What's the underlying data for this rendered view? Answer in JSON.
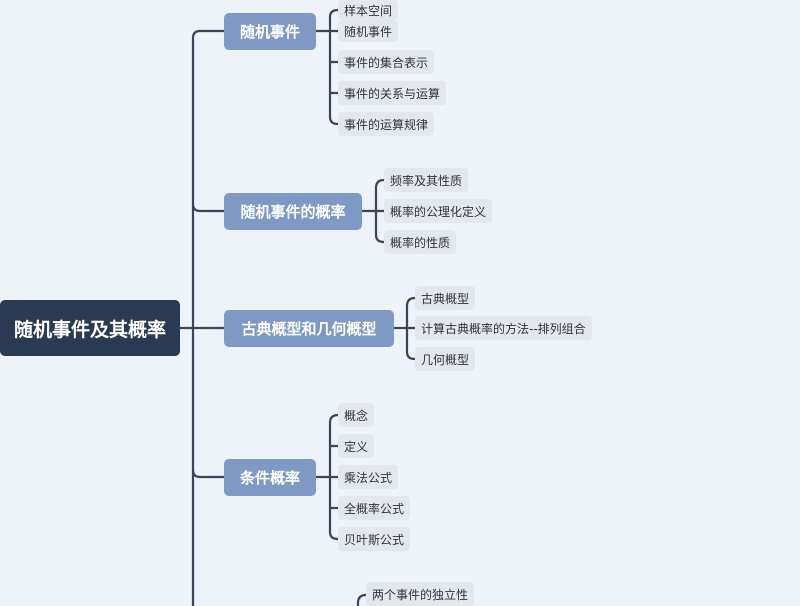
{
  "central_topic": "随机事件及其概率",
  "topics": [
    {
      "label": "随机事件",
      "children": [
        "样本空间",
        "随机事件",
        "事件的集合表示",
        "事件的关系与运算",
        "事件的运算规律"
      ]
    },
    {
      "label": "随机事件的概率",
      "children": [
        "频率及其性质",
        "概率的公理化定义",
        "概率的性质"
      ]
    },
    {
      "label": "古典概型和几何概型",
      "children": [
        "古典概型",
        "计算古典概率的方法--排列组合",
        "几何概型"
      ]
    },
    {
      "label": "条件概率",
      "children": [
        "概念",
        "定义",
        "乘法公式",
        "全概率公式",
        "贝叶斯公式"
      ]
    },
    {
      "label": "",
      "children": [
        "两个事件的独立性"
      ]
    }
  ],
  "colors": {
    "central": "#2a3a52",
    "topic": "#7e9ac4",
    "subtopic": "#e3e8f0",
    "line": "#3a4556",
    "background": "#eef2f9"
  }
}
